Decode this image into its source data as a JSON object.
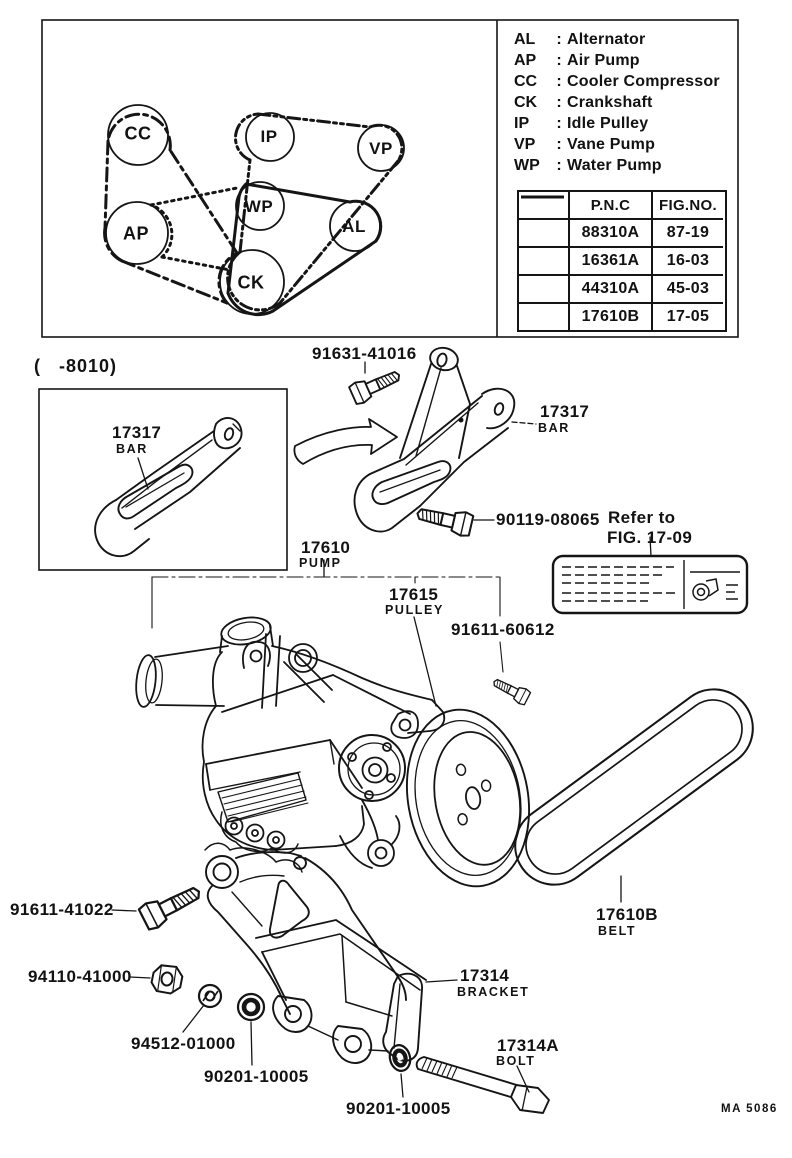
{
  "legend": {
    "separator": ":",
    "items": [
      {
        "code": "AL",
        "name": "Alternator"
      },
      {
        "code": "AP",
        "name": "Air Pump"
      },
      {
        "code": "CC",
        "name": "Cooler Compressor"
      },
      {
        "code": "CK",
        "name": "Crankshaft"
      },
      {
        "code": "IP",
        "name": "Idle Pulley"
      },
      {
        "code": "VP",
        "name": "Vane Pump"
      },
      {
        "code": "WP",
        "name": "Water Pump"
      }
    ]
  },
  "line_table": {
    "headers": {
      "pnc": "P.N.C",
      "fig": "FIG.NO."
    },
    "rows": [
      {
        "style": "dash-dot",
        "pnc": "88310A",
        "fig": "87-19"
      },
      {
        "style": "solid",
        "pnc": "16361A",
        "fig": "16-03"
      },
      {
        "style": "dash-dot-dot",
        "pnc": "44310A",
        "fig": "45-03"
      },
      {
        "style": "dotted",
        "pnc": "17610B",
        "fig": "17-05"
      }
    ]
  },
  "belt_diagram": {
    "pulleys": [
      {
        "id": "CC"
      },
      {
        "id": "IP"
      },
      {
        "id": "VP"
      },
      {
        "id": "WP"
      },
      {
        "id": "AP"
      },
      {
        "id": "AL"
      },
      {
        "id": "CK"
      }
    ]
  },
  "callouts": {
    "variant_note": "(   -8010)",
    "bar1_num": "17317",
    "bar1_word": "BAR",
    "bolt_91631": "91631-41016",
    "bar2_num": "17317",
    "bar2_word": "BAR",
    "bolt_90119": "90119-08065",
    "refer_line1": "Refer to",
    "refer_line2": "FIG. 17-09",
    "pump_num": "17610",
    "pump_word": "PUMP",
    "pulley_num": "17615",
    "pulley_word": "PULLEY",
    "bolt_91611_60612": "91611-60612",
    "belt_num": "17610B",
    "belt_word": "BELT",
    "bolt_91611_41022": "91611-41022",
    "nut_94110": "94110-41000",
    "washer_94512": "94512-01000",
    "washer_90201_a": "90201-10005",
    "bracket_num": "17314",
    "bracket_word": "BRACKET",
    "bolt_17314a_num": "17314A",
    "bolt_17314a_word": "BOLT",
    "washer_90201_b": "90201-10005"
  },
  "page": {
    "footer": "MA 5086"
  }
}
